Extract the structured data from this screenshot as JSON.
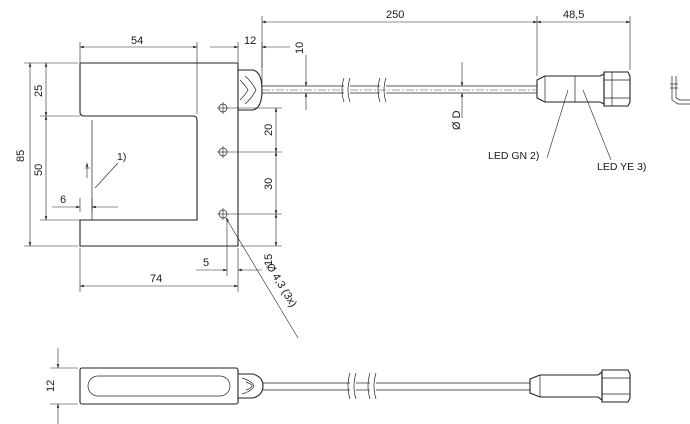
{
  "dimensions": {
    "cable_length": "250",
    "connector_length": "48,5",
    "slot_width": "54",
    "head_width": "12",
    "cable_offset": "10",
    "body_width": "74",
    "hole_edge": "5",
    "total_height": "85",
    "top_height": "25",
    "slot_depth": "50",
    "bottom_gap": "6",
    "hole_pitch_1": "20",
    "hole_pitch_2": "30",
    "hole_bottom": "15",
    "thickness": "12"
  },
  "labels": {
    "cable_diameter": "Ø D",
    "hole_spec": "Ø 4,3 (3x)",
    "note_1": "1)",
    "led_green": "LED GN 2)",
    "led_yellow": "LED YE 3)"
  }
}
